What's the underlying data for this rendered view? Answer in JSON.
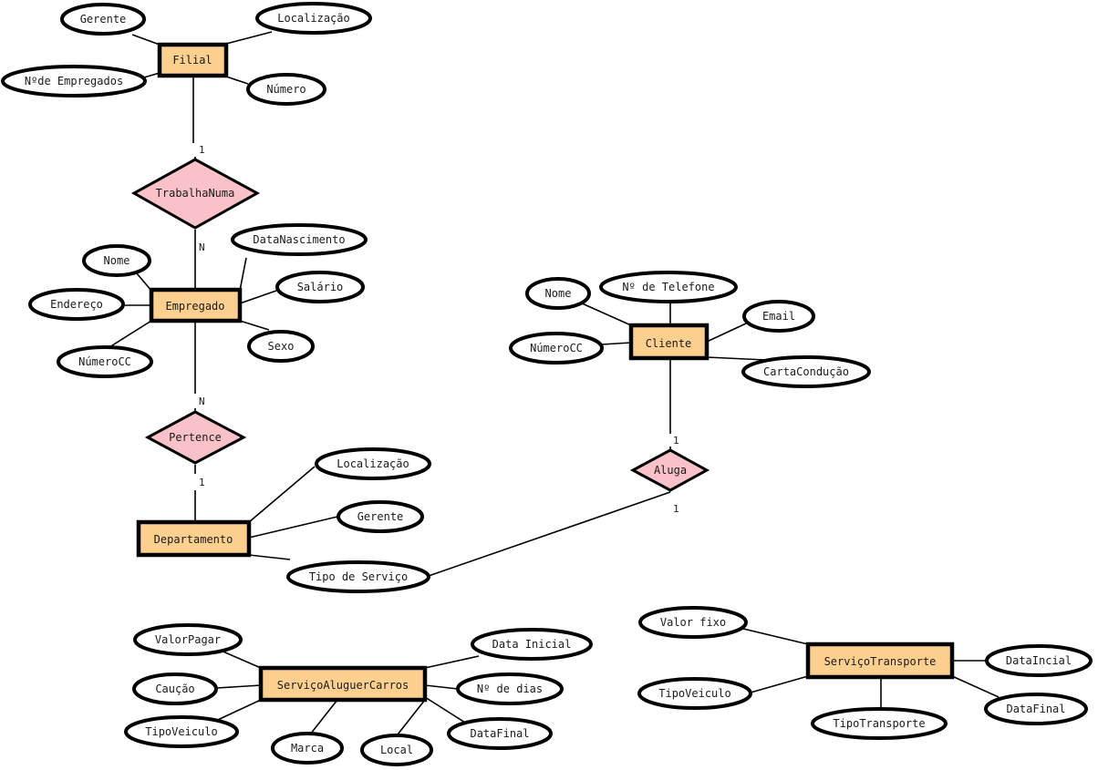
{
  "colors": {
    "entity_fill": "#fdd08f",
    "relationship_fill": "#f9c2c8",
    "attribute_fill": "#ffffff",
    "stroke": "#000000"
  },
  "entities": {
    "filial": "Filial",
    "empregado": "Empregado",
    "departamento": "Departamento",
    "cliente": "Cliente",
    "servico_aluguer": "ServiçoAluguerCarros",
    "servico_transporte": "ServiçoTransporte"
  },
  "relationships": {
    "trabalha": "TrabalhaNuma",
    "pertence": "Pertence",
    "aluga": "Aluga"
  },
  "attributes": {
    "filial": [
      "Gerente",
      "Localização",
      "Nºde Empregados",
      "Número"
    ],
    "empregado": [
      "Nome",
      "DataNascimento",
      "Salário",
      "Endereço",
      "NúmeroCC",
      "Sexo"
    ],
    "departamento": [
      "Localização",
      "Gerente",
      "Tipo de Serviço"
    ],
    "cliente": [
      "Nome",
      "Nº de Telefone",
      "Email",
      "NúmeroCC",
      "CartaCondução"
    ],
    "servico_aluguer": [
      "ValorPagar",
      "Data Inicial",
      "Caução",
      "Nº de dias",
      "TipoVeiculo",
      "Marca",
      "Local",
      "DataFinal"
    ],
    "servico_transporte": [
      "Valor fixo",
      "DataIncial",
      "TipoVeiculo",
      "DataFinal",
      "TipoTransporte"
    ]
  },
  "cardinalities": {
    "filial_trabalha": "1",
    "trabalha_empregado": "N",
    "empregado_pertence": "N",
    "pertence_departamento": "1",
    "cliente_aluga": "1",
    "aluga_departamento": "1"
  }
}
